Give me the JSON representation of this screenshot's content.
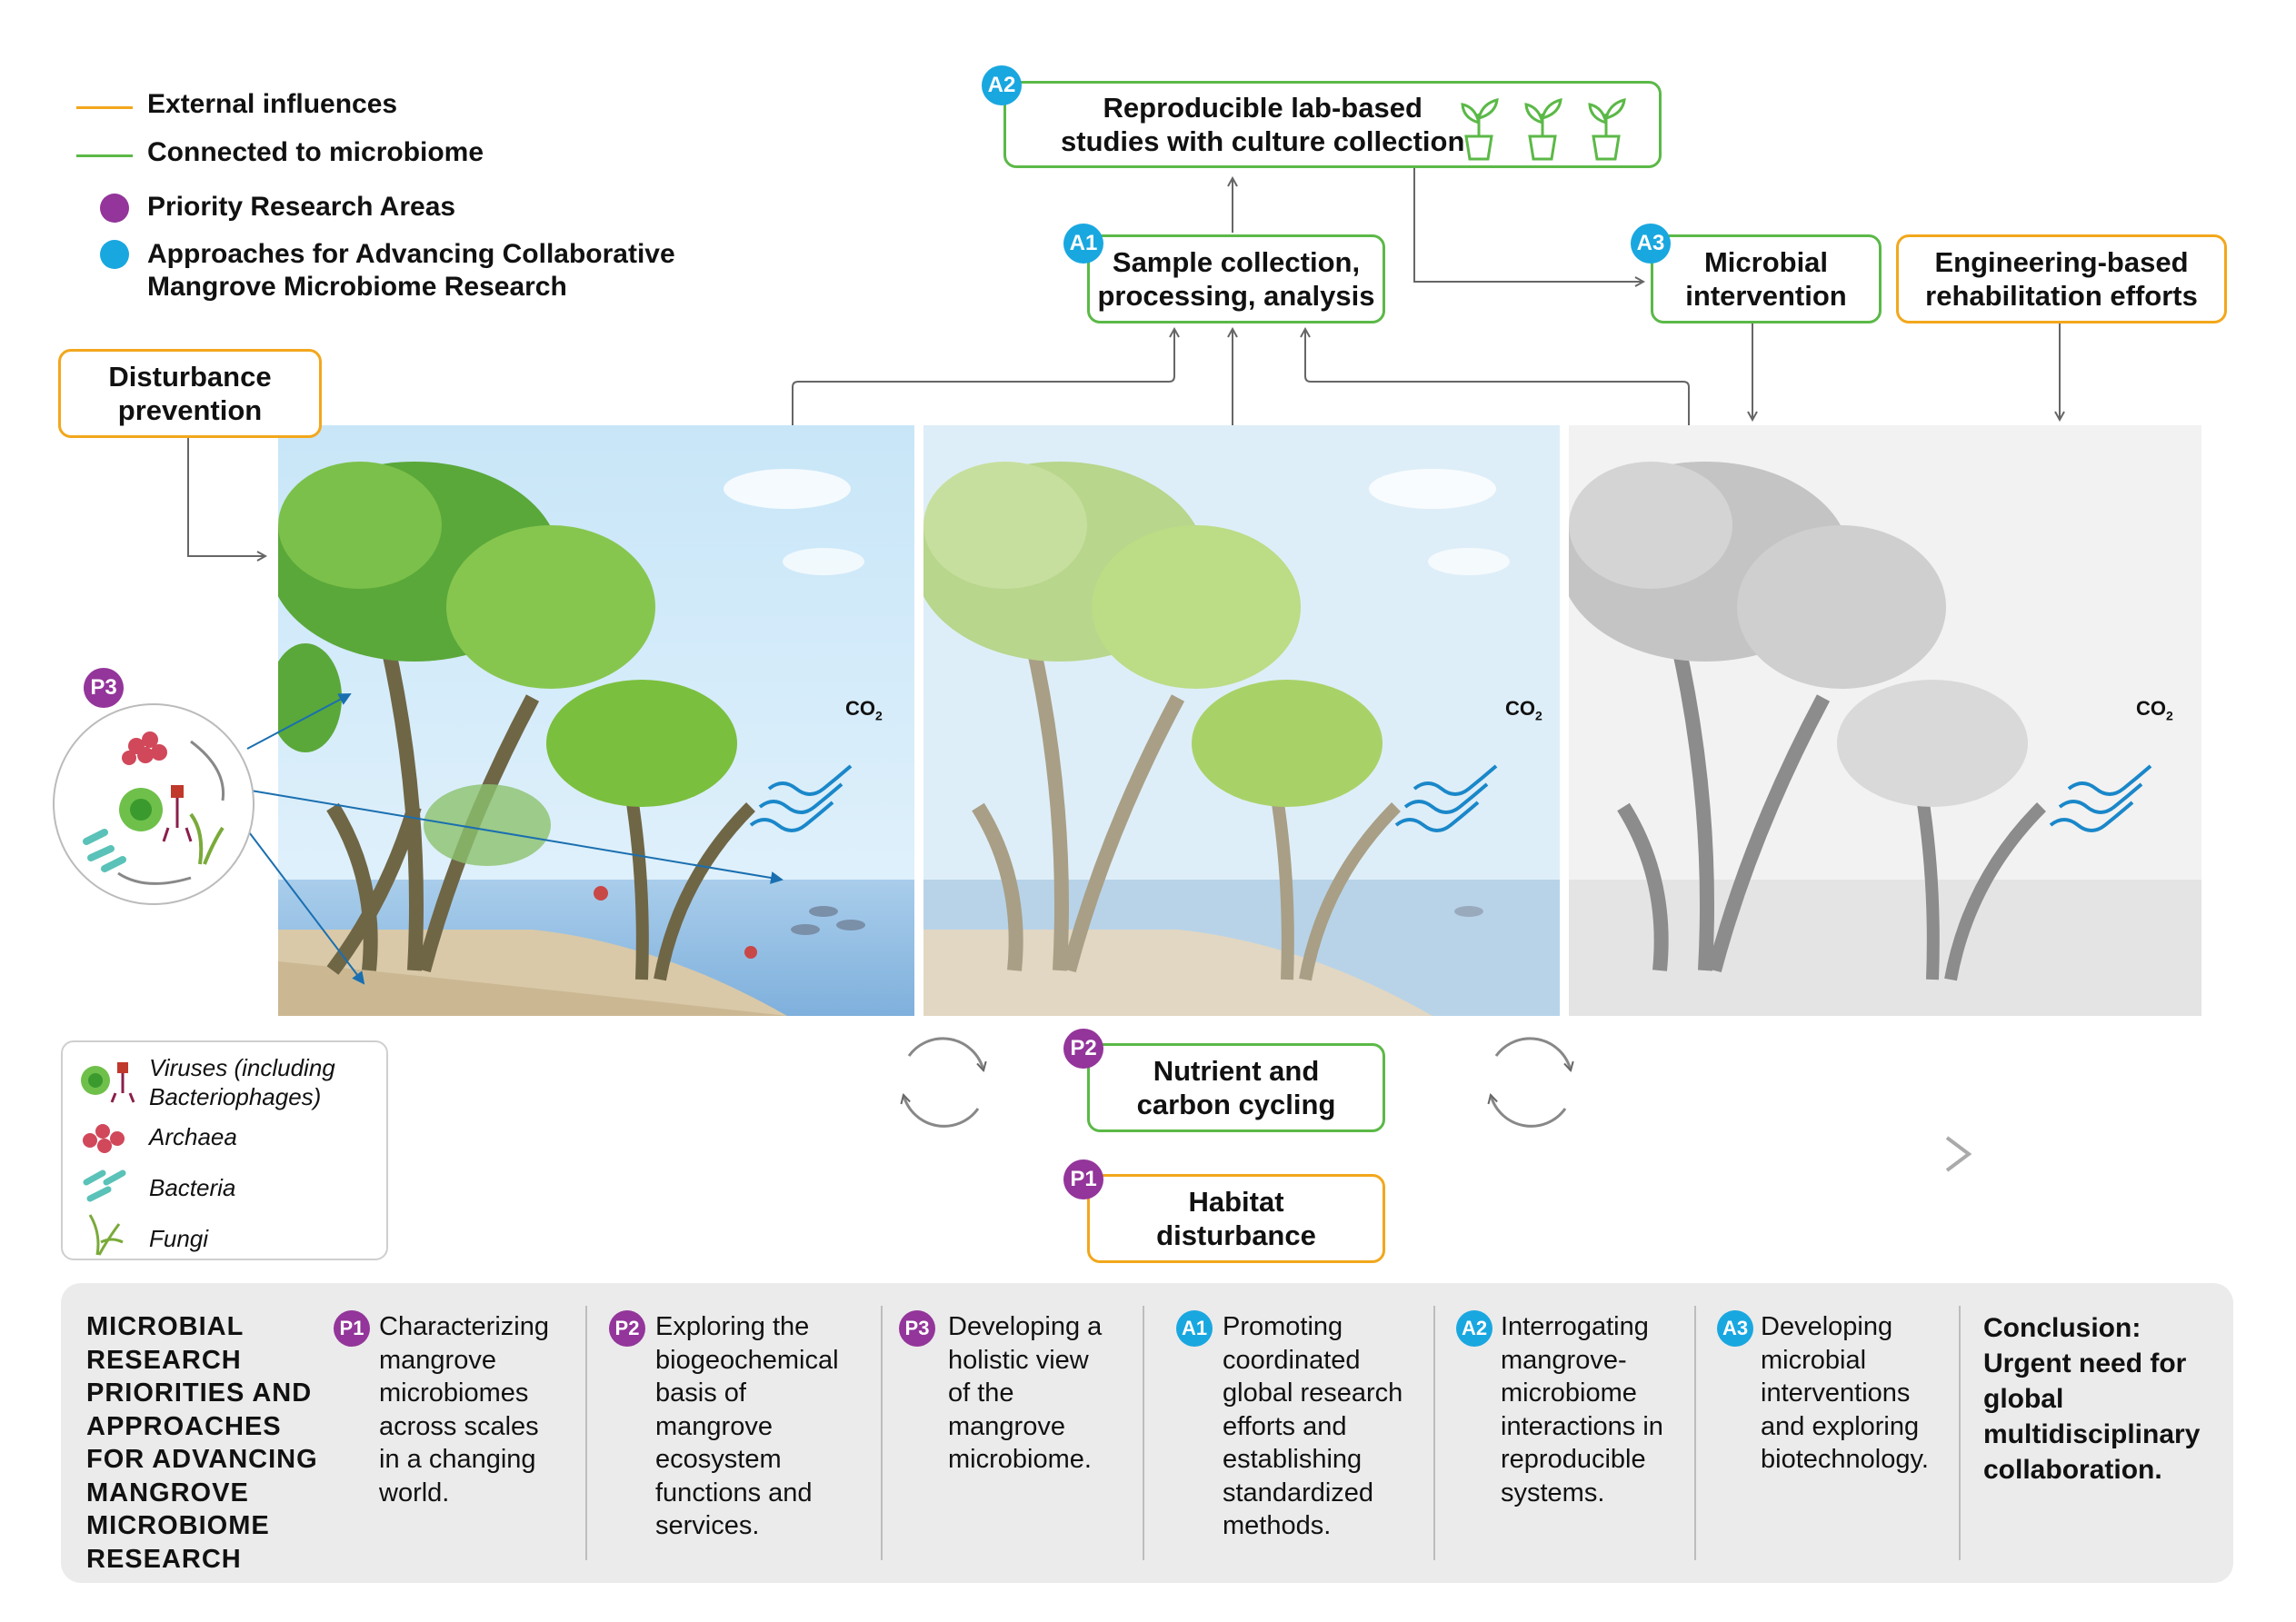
{
  "legend": {
    "external": "External influences",
    "microbiome": "Connected to microbiome",
    "priority": "Priority Research Areas",
    "approaches_line1": "Approaches for Advancing Collaborative",
    "approaches_line2": "Mangrove Microbiome Research",
    "colors": {
      "orange": "#f2a71c",
      "green": "#5bb947",
      "purple": "#93359a",
      "blue": "#19a7e0"
    }
  },
  "boxes": {
    "a2": {
      "badge": "A2",
      "line1": "Reproducible lab-based",
      "line2": "studies with culture collection"
    },
    "a1": {
      "badge": "A1",
      "line1": "Sample collection,",
      "line2": "processing, analysis"
    },
    "a3": {
      "badge": "A3",
      "line1": "Microbial",
      "line2": "intervention"
    },
    "engineering": {
      "line1": "Engineering-based",
      "line2": "rehabilitation efforts"
    },
    "disturbance_prevention": {
      "line1": "Disturbance",
      "line2": "prevention"
    },
    "p2": {
      "badge": "P2",
      "line1": "Nutrient and",
      "line2": "carbon cycling"
    },
    "p1": {
      "badge": "P1",
      "line1": "Habitat",
      "line2": "disturbance"
    },
    "p3": {
      "badge": "P3"
    }
  },
  "co2": {
    "base": "CO",
    "sub": "2"
  },
  "micro_legend": {
    "viruses_1": "Viruses (including",
    "viruses_2": "Bacteriophages)",
    "archaea": "Archaea",
    "bacteria": "Bacteria",
    "fungi": "Fungi"
  },
  "summary": {
    "heading": [
      "MICROBIAL",
      "RESEARCH",
      "PRIORITIES AND",
      "APPROACHES",
      "FOR ADVANCING",
      "MANGROVE",
      "MICROBIOME",
      "RESEARCH"
    ],
    "items": [
      {
        "badge": "P1",
        "lines": [
          "Characterizing",
          "mangrove",
          "microbiomes",
          "across scales",
          "in a changing",
          "world."
        ]
      },
      {
        "badge": "P2",
        "lines": [
          "Exploring the",
          "biogeochemical",
          "basis of",
          "mangrove",
          "ecosystem",
          "functions and",
          "services."
        ]
      },
      {
        "badge": "P3",
        "lines": [
          "Developing a",
          "holistic view",
          "of the",
          "mangrove",
          "microbiome."
        ]
      },
      {
        "badge": "A1",
        "lines": [
          "Promoting",
          "coordinated",
          "global research",
          "efforts and",
          "establishing",
          "standardized",
          "methods."
        ]
      },
      {
        "badge": "A2",
        "lines": [
          "Interrogating",
          "mangrove-",
          "microbiome",
          "interactions in",
          "reproducible",
          "systems."
        ]
      },
      {
        "badge": "A3",
        "lines": [
          "Developing",
          "microbial",
          "interventions",
          "and exploring",
          "biotechnology."
        ]
      }
    ],
    "conclusion": [
      "Conclusion:",
      "Urgent need for",
      "global",
      "multidisciplinary",
      "collaboration."
    ]
  }
}
